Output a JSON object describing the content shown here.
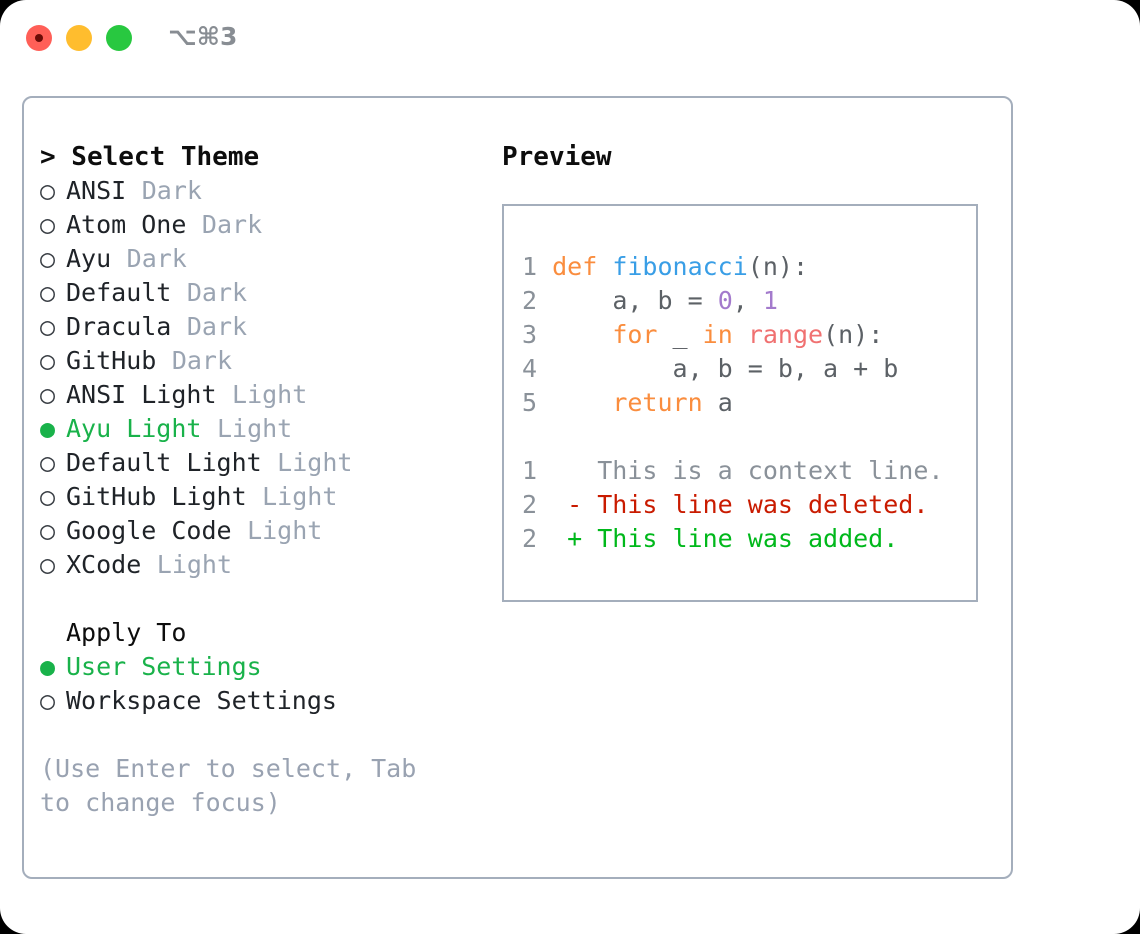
{
  "titlebar": {
    "shortcut": "⌥⌘3",
    "buttons": [
      {
        "name": "close",
        "color": "#ff5f57"
      },
      {
        "name": "minimize",
        "color": "#ffbd2e"
      },
      {
        "name": "maximize",
        "color": "#28c840"
      }
    ]
  },
  "theme_picker": {
    "header": "> Select Theme",
    "options": [
      {
        "marker": "○",
        "selected": false,
        "label": "ANSI",
        "tag": "Dark"
      },
      {
        "marker": "○",
        "selected": false,
        "label": "Atom One",
        "tag": "Dark"
      },
      {
        "marker": "○",
        "selected": false,
        "label": "Ayu",
        "tag": "Dark"
      },
      {
        "marker": "○",
        "selected": false,
        "label": "Default",
        "tag": "Dark"
      },
      {
        "marker": "○",
        "selected": false,
        "label": "Dracula",
        "tag": "Dark"
      },
      {
        "marker": "○",
        "selected": false,
        "label": "GitHub",
        "tag": "Dark"
      },
      {
        "marker": "○",
        "selected": false,
        "label": "ANSI Light",
        "tag": "Light"
      },
      {
        "marker": "●",
        "selected": true,
        "label": "Ayu Light",
        "tag": "Light"
      },
      {
        "marker": "○",
        "selected": false,
        "label": "Default Light",
        "tag": "Light"
      },
      {
        "marker": "○",
        "selected": false,
        "label": "GitHub Light",
        "tag": "Light"
      },
      {
        "marker": "○",
        "selected": false,
        "label": "Google Code",
        "tag": "Light"
      },
      {
        "marker": "○",
        "selected": false,
        "label": "XCode",
        "tag": "Light"
      }
    ]
  },
  "apply_to": {
    "header": "Apply To",
    "options": [
      {
        "marker": "●",
        "selected": true,
        "label": "User Settings"
      },
      {
        "marker": "○",
        "selected": false,
        "label": "Workspace Settings"
      }
    ]
  },
  "hint": "(Use Enter to select, Tab to change focus)",
  "preview": {
    "title": "Preview",
    "code_lines": [
      {
        "number": "1",
        "tokens": [
          {
            "text": "def ",
            "kind": "kw"
          },
          {
            "text": "fibonacci",
            "kind": "fn"
          },
          {
            "text": "(n):",
            "kind": "pl"
          }
        ]
      },
      {
        "number": "2",
        "tokens": [
          {
            "text": "    a, b = ",
            "kind": "pl"
          },
          {
            "text": "0",
            "kind": "num"
          },
          {
            "text": ", ",
            "kind": "pl"
          },
          {
            "text": "1",
            "kind": "num"
          }
        ]
      },
      {
        "number": "3",
        "tokens": [
          {
            "text": "    ",
            "kind": "pl"
          },
          {
            "text": "for",
            "kind": "kw"
          },
          {
            "text": " _ ",
            "kind": "pl"
          },
          {
            "text": "in",
            "kind": "kw"
          },
          {
            "text": " ",
            "kind": "pl"
          },
          {
            "text": "range",
            "kind": "bi"
          },
          {
            "text": "(n):",
            "kind": "pl"
          }
        ]
      },
      {
        "number": "4",
        "tokens": [
          {
            "text": "        a, b = b, a + b",
            "kind": "pl"
          }
        ]
      },
      {
        "number": "5",
        "tokens": [
          {
            "text": "    ",
            "kind": "pl"
          },
          {
            "text": "return",
            "kind": "kw"
          },
          {
            "text": " a",
            "kind": "pl"
          }
        ]
      }
    ],
    "diff_lines": [
      {
        "number": "1",
        "sign": " ",
        "text": "This is a context line.",
        "kind": "ctx"
      },
      {
        "number": "2",
        "sign": "-",
        "text": "This line was deleted.",
        "kind": "del"
      },
      {
        "number": "2",
        "sign": "+",
        "text": "This line was added.",
        "kind": "add"
      }
    ]
  },
  "colors": {
    "accent_green": "#19b24a",
    "border": "#a4aebc",
    "muted": "#9aa4b2",
    "keyword": "#fa8d3e",
    "function": "#399ee6",
    "builtin": "#f07171",
    "number": "#a37acc",
    "plain": "#5c6166",
    "line_number": "#8a9199",
    "diff_delete": "#c91b00",
    "diff_add": "#00b81b"
  }
}
